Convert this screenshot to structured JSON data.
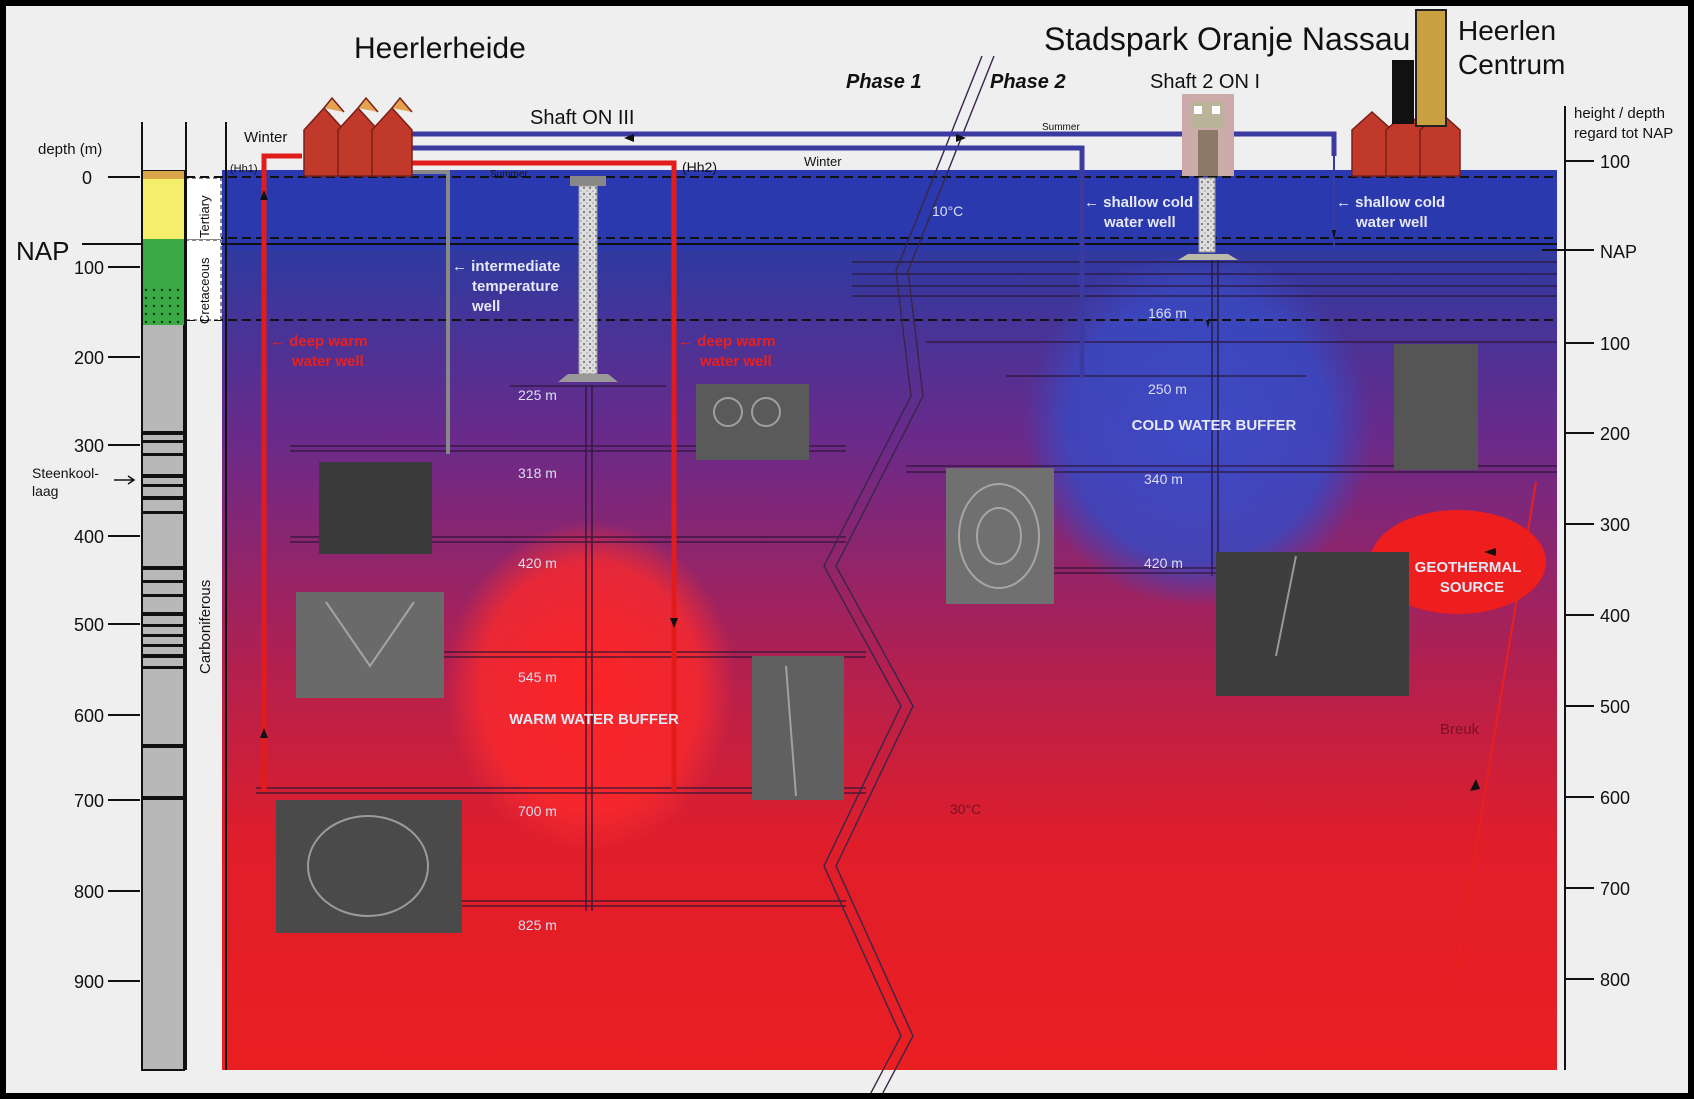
{
  "places": {
    "heerlerheide": "Heerlerheide",
    "stadspark": "Stadspark Oranje Nassau",
    "heerlen_centrum_line1": "Heerlen",
    "heerlen_centrum_line2": "Centrum"
  },
  "phases": {
    "phase1": "Phase 1",
    "phase2": "Phase 2"
  },
  "shafts": {
    "on3": "Shaft ON III",
    "on1": "Shaft 2 ON I"
  },
  "pipe_labels": {
    "winter_left": "Winter",
    "winter_right": "Winter",
    "summer_left": "Summer",
    "summer_right": "Summer",
    "hh1": "(Hh1)",
    "hh2": "(Hh2)"
  },
  "left_axis": {
    "title": "depth (m)",
    "nap": "NAP",
    "ticks": [
      "0",
      "100",
      "200",
      "300",
      "400",
      "500",
      "600",
      "700",
      "800",
      "900"
    ],
    "coal_layer_line1": "Steenkool-",
    "coal_layer_line2": "laag"
  },
  "strata": {
    "tertiary": "Tertiary",
    "cretaceous": "Cretaceous",
    "carboniferous": "Carboniferous"
  },
  "right_axis": {
    "title_line1": "height / depth",
    "title_line2": "regard tot NAP",
    "ticks": [
      "100",
      "NAP",
      "100",
      "200",
      "300",
      "400",
      "500",
      "600",
      "700",
      "800"
    ]
  },
  "wells": {
    "deep_warm_left_line1": "← deep warm",
    "deep_warm_left_line2": "water well",
    "deep_warm_right_line1": "← deep warm",
    "deep_warm_right_line2": "water well",
    "intermediate_line1": "← intermediate",
    "intermediate_line2": "temperature",
    "intermediate_line3": "well",
    "shallow1_line1": "← shallow cold",
    "shallow1_line2": "water well",
    "shallow2_line1": "← shallow cold",
    "shallow2_line2": "water well"
  },
  "depth_markers": {
    "left": [
      "225 m",
      "318 m",
      "420 m",
      "545 m",
      "700 m",
      "825 m"
    ],
    "right": [
      "166 m",
      "250 m",
      "340 m",
      "420 m"
    ]
  },
  "temperatures": {
    "top": "10°C",
    "bottom": "30°C"
  },
  "buffers": {
    "warm": "WARM WATER BUFFER",
    "cold": "COLD WATER BUFFER"
  },
  "geothermal": {
    "line1": "GEOTHERMAL",
    "line2": "SOURCE"
  },
  "fault": "Breuk",
  "colors": {
    "cold_blue": "#2c3aa8",
    "hot_red": "#e8201e",
    "pipe_blue": "#3a3aa0",
    "pipe_red": "#e21b1b",
    "house_red": "#c0392b",
    "tertiary_yellow": "#f4ee6a",
    "cretaceous_green": "#3aaa44"
  },
  "icons": [
    "house-icon",
    "shaft-tower-icon",
    "mine-photo-icon",
    "arrow-icon"
  ]
}
